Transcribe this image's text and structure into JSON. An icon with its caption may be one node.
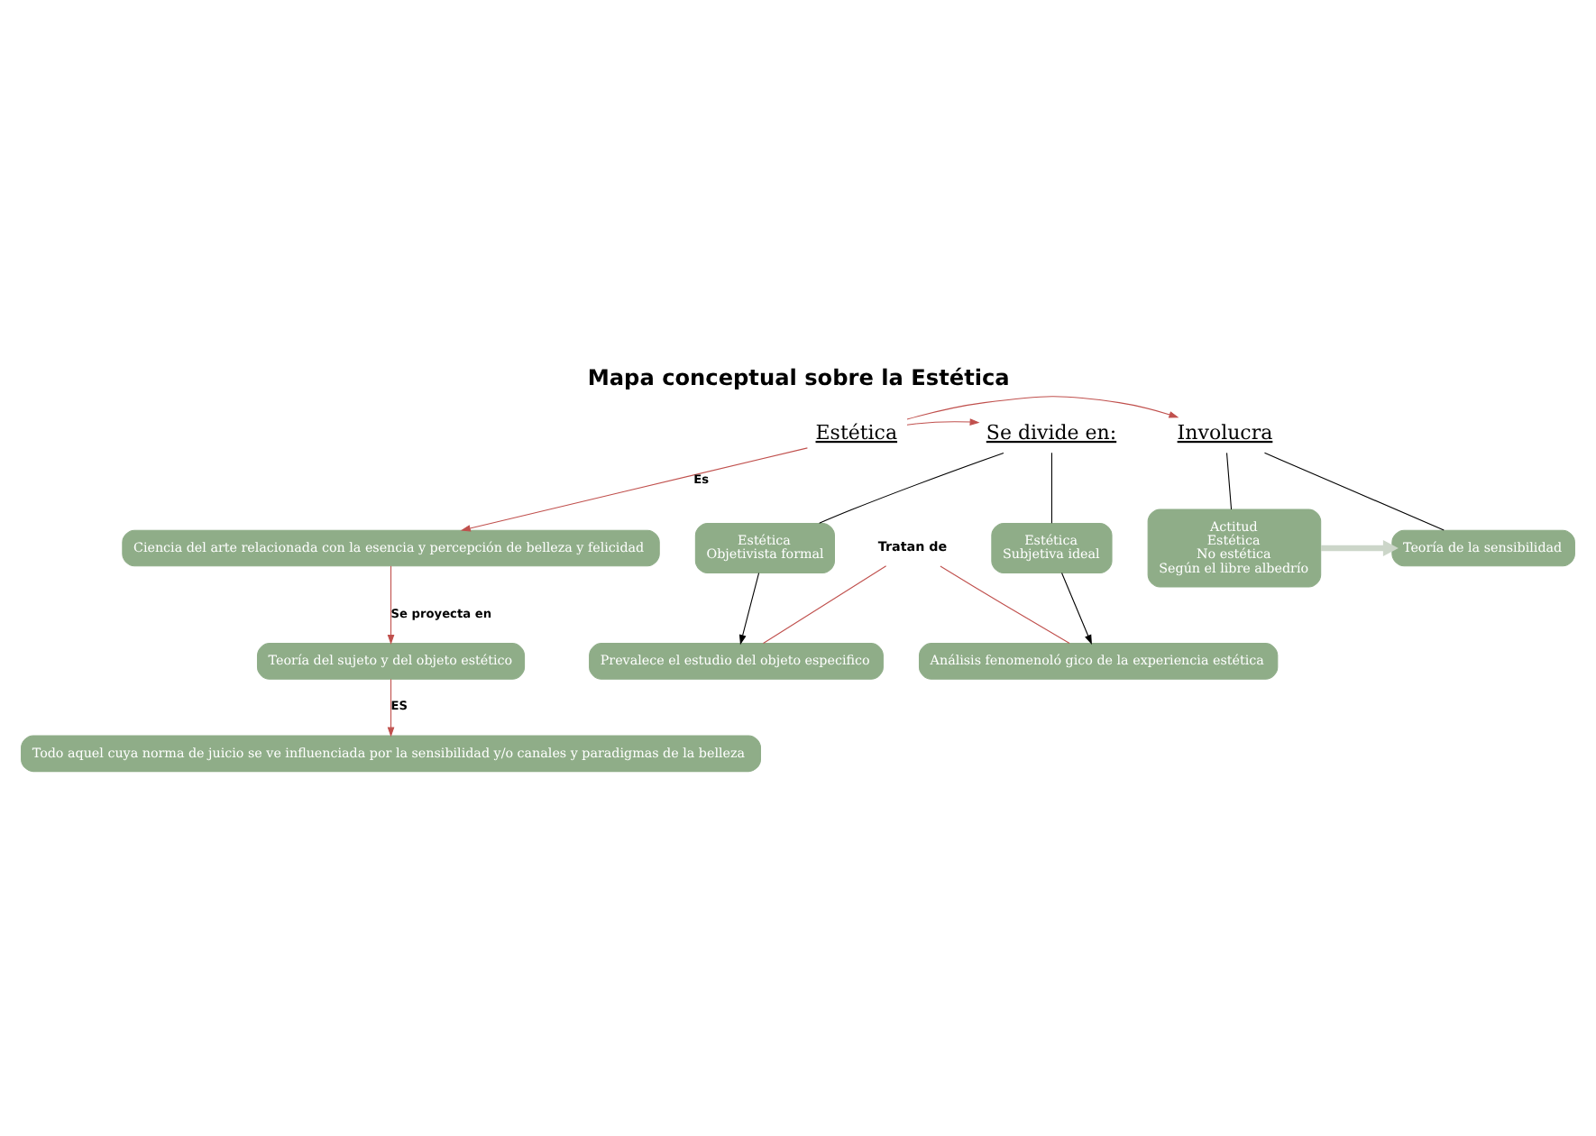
{
  "diagram": {
    "title": "Mapa conceptual sobre la Estética",
    "nodes": [
      {
        "text": [
          "Estética"
        ]
      },
      {
        "text": [
          "Involucra"
        ]
      },
      {
        "text": [
          "Se divide en:"
        ]
      },
      {
        "text": [
          "Actitud",
          "Estética",
          "No estética",
          "Según el libre albedrío"
        ]
      },
      {
        "text": [
          "Teoría de la sensibilidad"
        ]
      },
      {
        "text": [
          "Ciencia del arte relacionada con la esencia y percepción de belleza y felicidad"
        ]
      },
      {
        "text": [
          "Teoría del sujeto y del objeto estético"
        ]
      },
      {
        "text": [
          "Todo aquel cuya norma de juicio se ve influenciada por la sensibilidad y/o canales y paradigmas de la belleza"
        ]
      },
      {
        "text": [
          "Estética",
          "Subjetiva ideal"
        ]
      },
      {
        "text": [
          "Estética",
          "Objetivista formal"
        ]
      },
      {
        "text": [
          "Análisis fenomenoló gico de la experiencia estética"
        ]
      },
      {
        "text": [
          "Prevalece el estudio del objeto especifico"
        ]
      },
      {
        "text": [
          "Tratan de"
        ]
      }
    ],
    "edges": [
      {
        "from": 0,
        "to": 1,
        "arrow": "to"
      },
      {
        "from": 0,
        "to": 2,
        "arrow": "to"
      },
      {
        "from": 0,
        "to": 5,
        "arrow": "to",
        "label": "Es"
      },
      {
        "from": 5,
        "to": 6,
        "arrow": "to",
        "label": "Se proyecta en"
      },
      {
        "from": 6,
        "to": 7,
        "arrow": "to",
        "label": "ES"
      },
      {
        "from": 1,
        "to": 3,
        "arrow": "none",
        "color": "#000000"
      },
      {
        "from": 1,
        "to": 4,
        "arrow": "none",
        "color": "#000000"
      },
      {
        "from": 3,
        "to": 4,
        "arrow": "to",
        "style": "thick",
        "color": "#ccd6c9"
      },
      {
        "from": 2,
        "to": 8,
        "arrow": "none",
        "color": "#000000"
      },
      {
        "from": 2,
        "to": 9,
        "arrow": "none",
        "color": "#000000"
      },
      {
        "from": 8,
        "to": 10,
        "arrow": "to",
        "color": "#000000"
      },
      {
        "from": 9,
        "to": 11,
        "arrow": "to",
        "color": "#000000"
      },
      {
        "from": 12,
        "to": 10,
        "arrow": "none"
      },
      {
        "from": 12,
        "to": 11,
        "arrow": "none"
      }
    ]
  }
}
